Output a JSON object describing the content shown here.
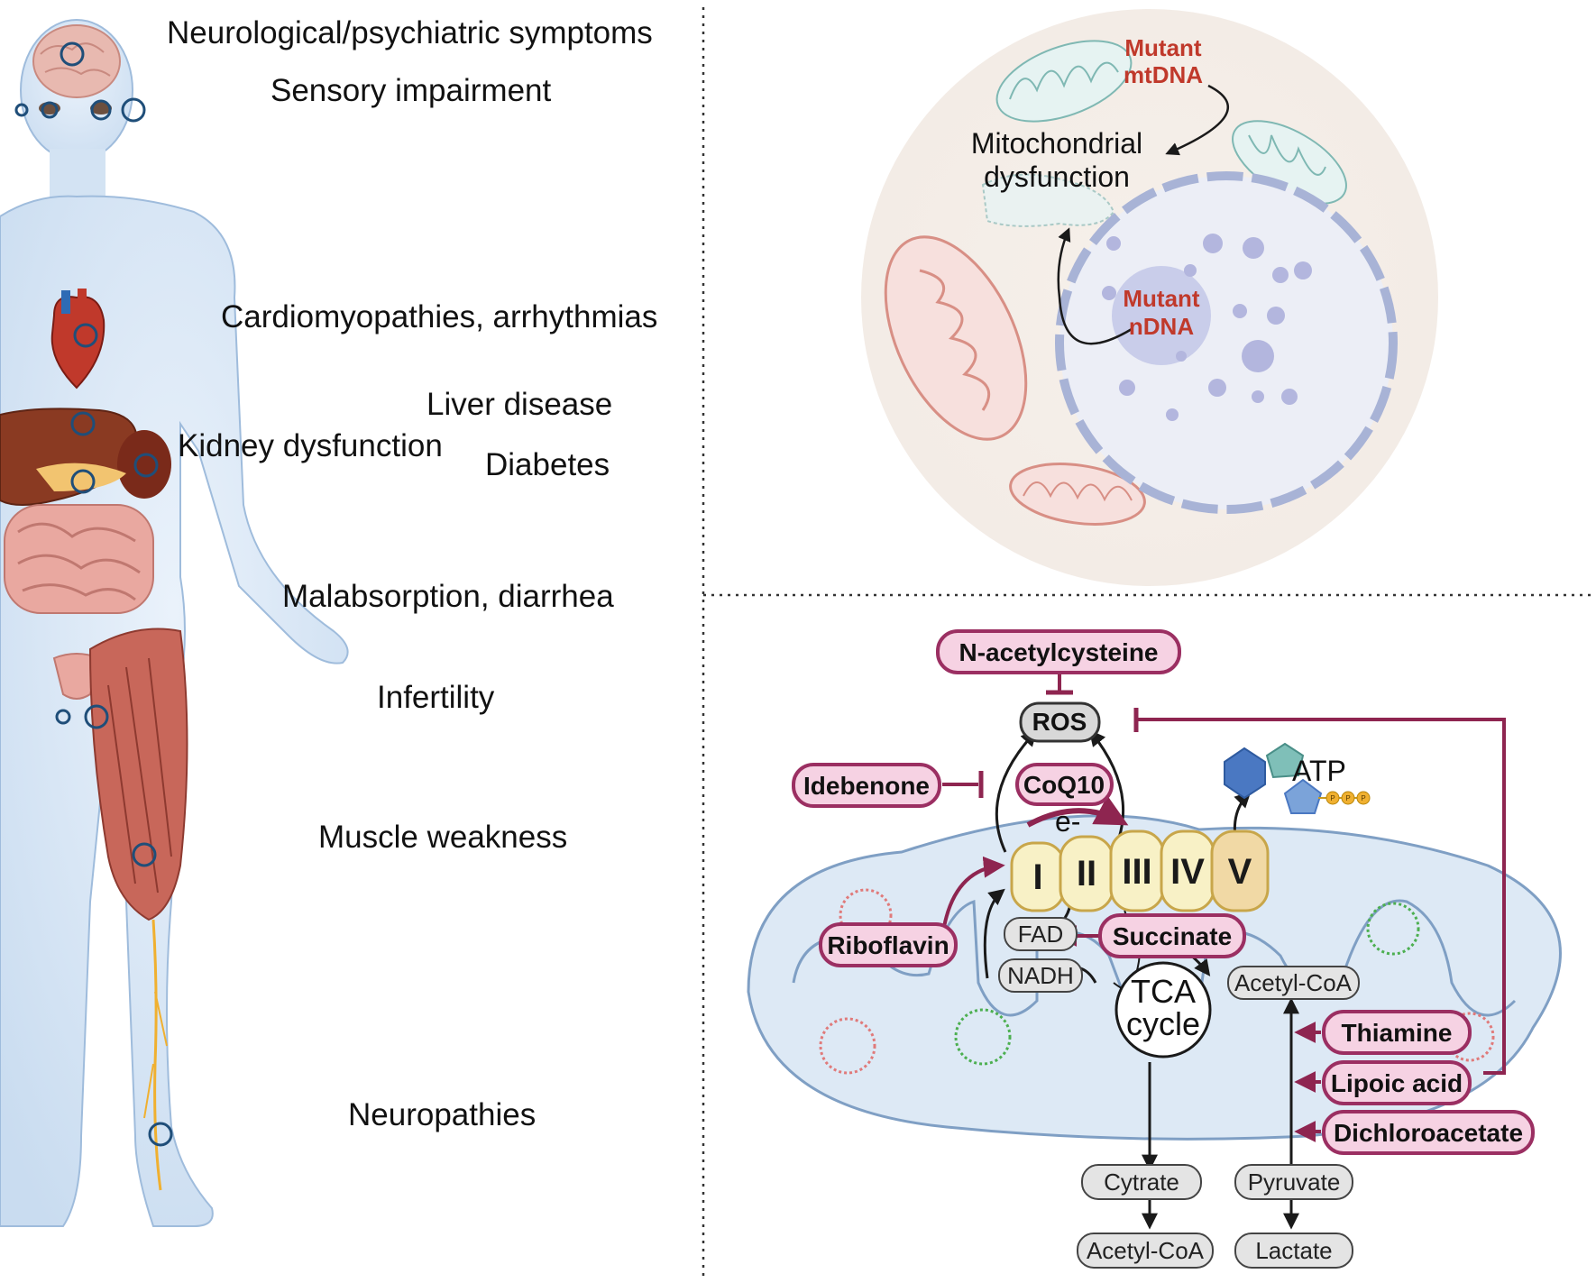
{
  "colors": {
    "accent_blue": "#1f4e79",
    "drug_fill": "#f6d2e3",
    "drug_stroke": "#9b2f62",
    "inhibit": "#8e2550",
    "mutant_red": "#c0392b",
    "complex_fill": "#f8f1c6",
    "complex_stroke": "#c8a64a"
  },
  "body_panel": {
    "symptoms": [
      {
        "label": "Neurological/psychiatric symptoms",
        "icon": "brain-icon"
      },
      {
        "label": "Sensory impairment",
        "icon": "eye-icon"
      },
      {
        "label": "Cardiomyopathies, arrhythmias",
        "icon": "heart-icon"
      },
      {
        "label": "Liver disease",
        "icon": "liver-icon"
      },
      {
        "label": "Kidney dysfunction",
        "icon": "kidney-icon"
      },
      {
        "label": "Diabetes",
        "icon": "pancreas-icon"
      },
      {
        "label": "Malabsorption, diarrhea",
        "icon": "intestine-icon"
      },
      {
        "label": "Infertility",
        "icon": "reproductive-icon"
      },
      {
        "label": "Muscle weakness",
        "icon": "muscle-icon"
      },
      {
        "label": "Neuropathies",
        "icon": "nerve-icon"
      }
    ]
  },
  "cell_panel": {
    "mutant_mtdna": [
      "Mutant",
      "mtDNA"
    ],
    "mitochondrial_dysfunction": [
      "Mitochondrial",
      "dysfunction"
    ],
    "mutant_ndna": [
      "Mutant",
      "nDNA"
    ]
  },
  "pathway_panel": {
    "drugs": {
      "nac": "N-acetylcysteine",
      "idebenone": "Idebenone",
      "coq10": "CoQ10",
      "riboflavin": "Riboflavin",
      "succinate": "Succinate",
      "thiamine": "Thiamine",
      "lipoic_acid": "Lipoic acid",
      "dichloroacetate": "Dichloroacetate"
    },
    "ros": "ROS",
    "atp": "ATP",
    "atp_phosphate": "P",
    "electron": "e-",
    "complexes": [
      "I",
      "II",
      "III",
      "IV",
      "V"
    ],
    "metabolites": {
      "fad": "FAD",
      "nadh": "NADH",
      "acetyl_coa_top": "Acetyl-CoA",
      "cytrate": "Cytrate",
      "acetyl_coa_bottom": "Acetyl-CoA",
      "pyruvate": "Pyruvate",
      "lactate": "Lactate"
    },
    "tca": [
      "TCA",
      "cycle"
    ]
  }
}
